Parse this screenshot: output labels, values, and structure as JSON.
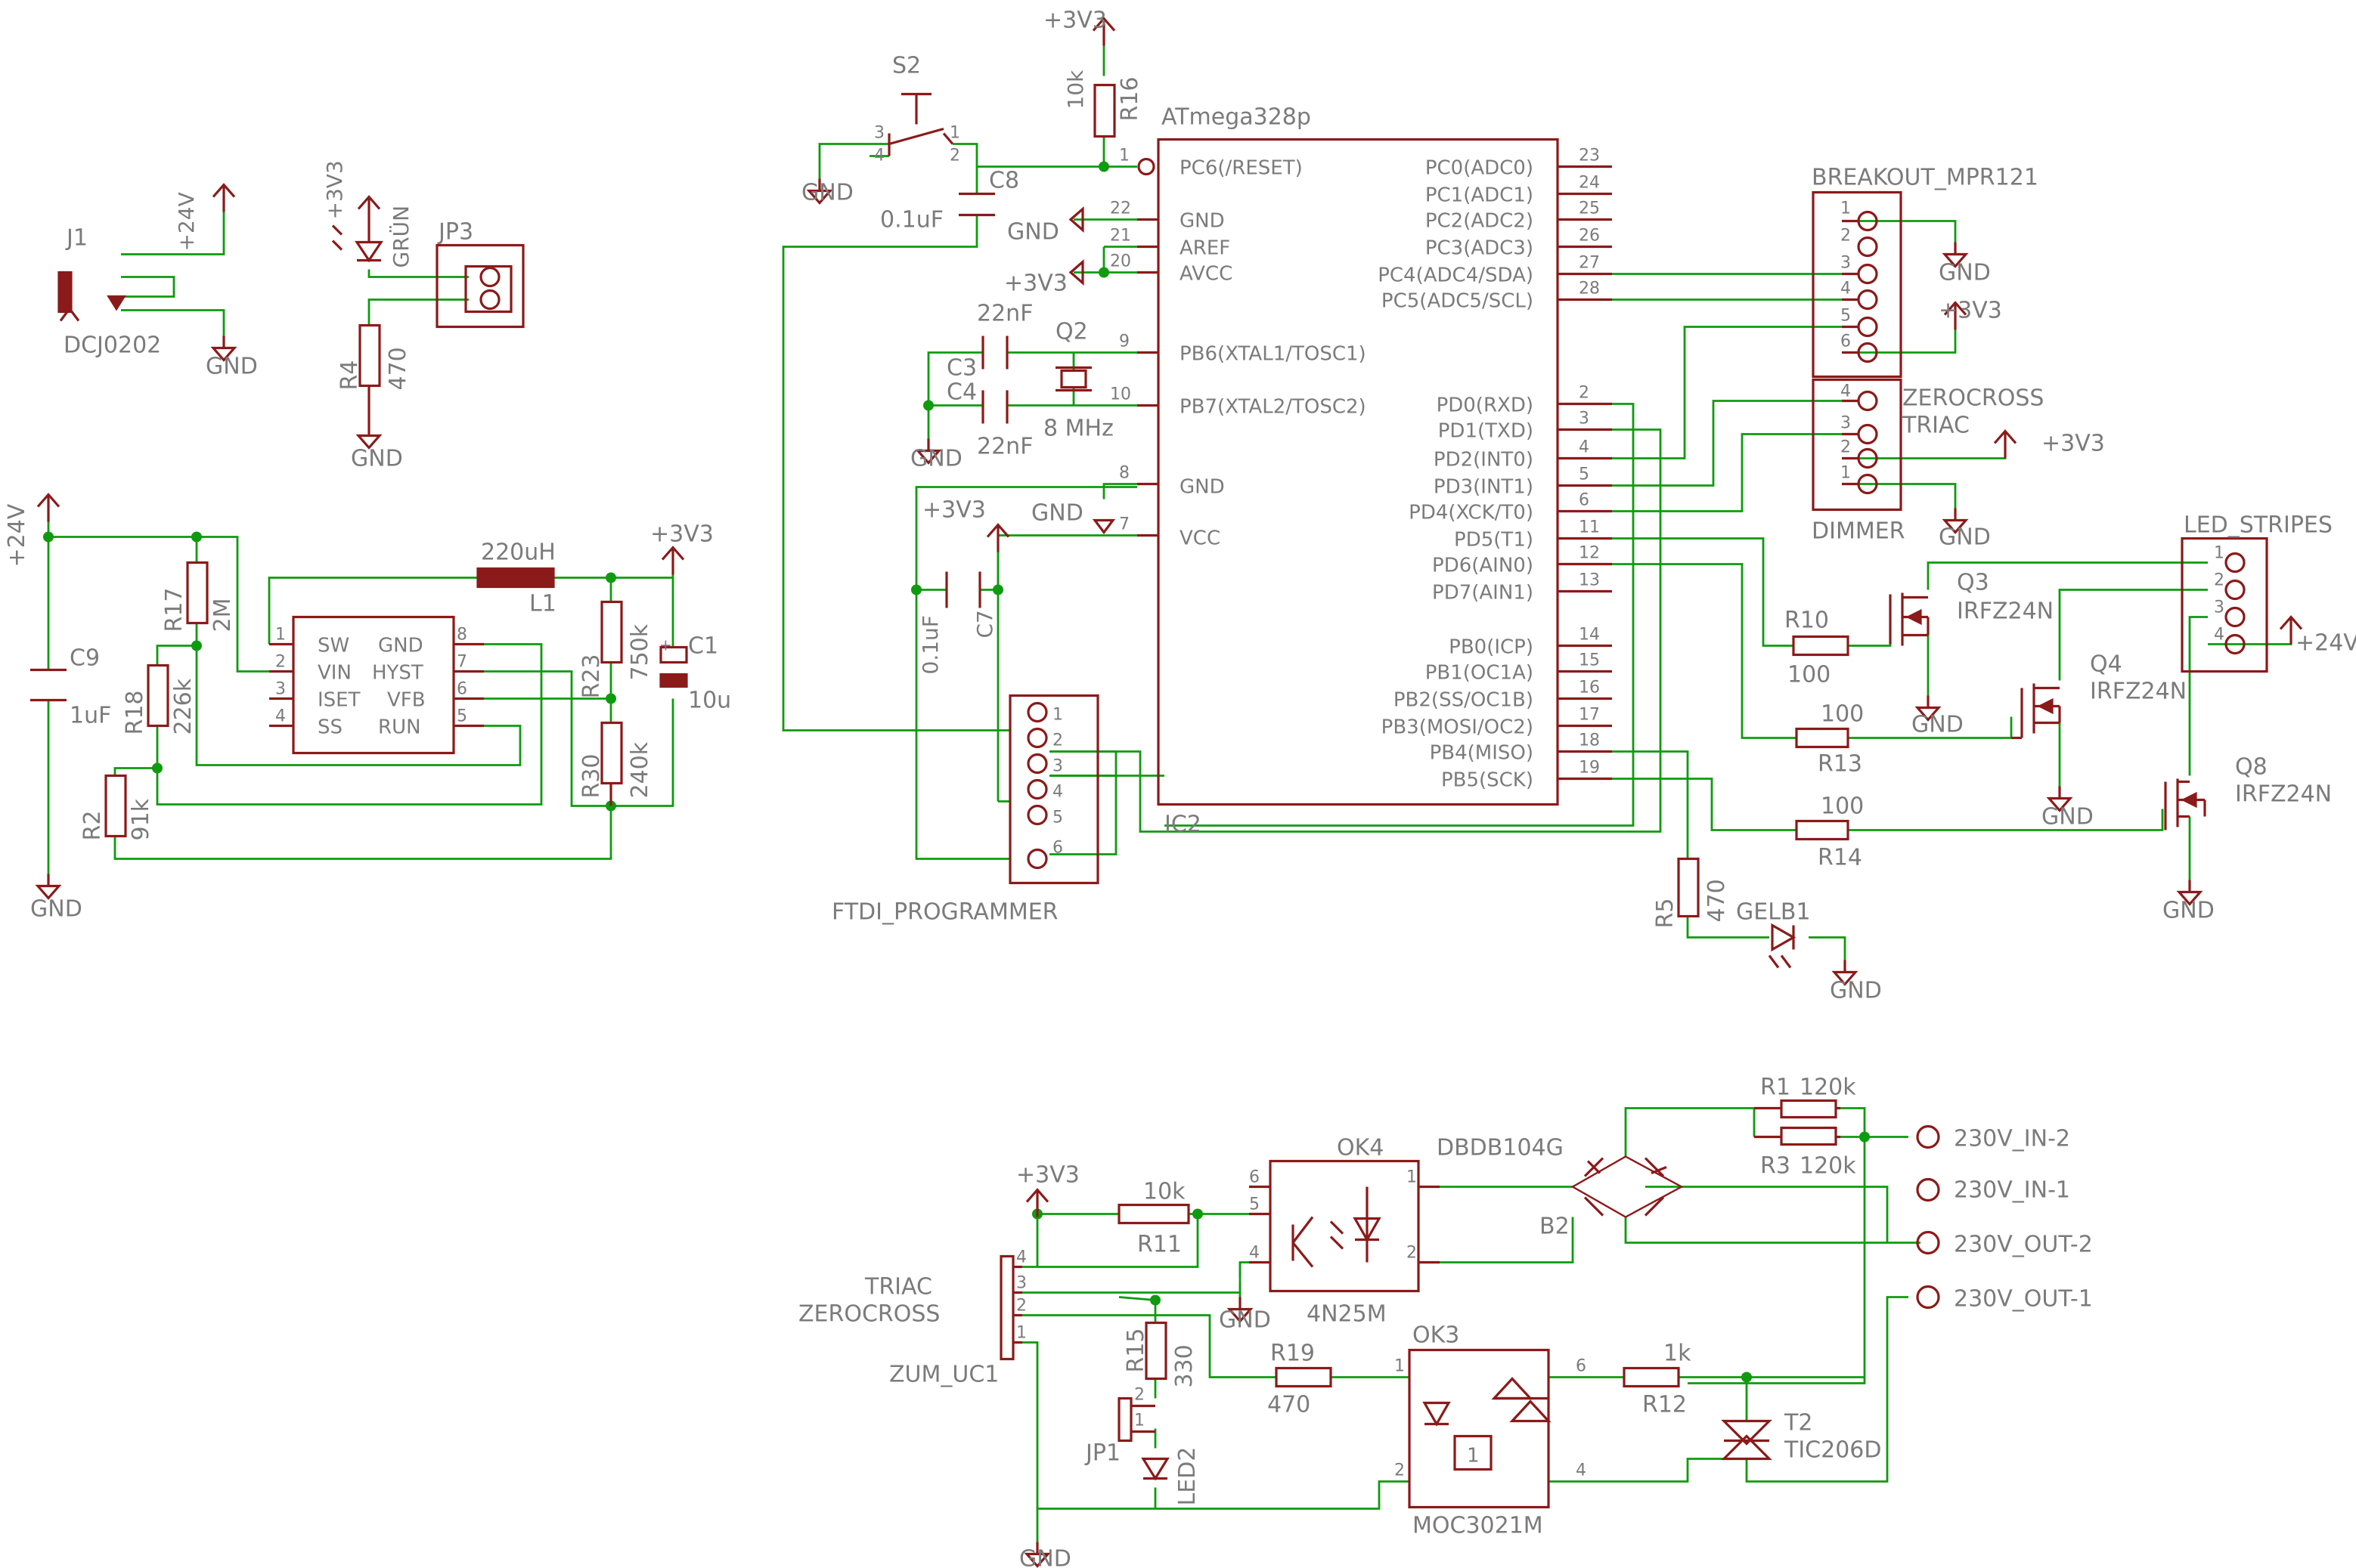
{
  "colors": {
    "wire": "#0f9b0f",
    "part": "#8b1a1a",
    "text": "#7b7b7b",
    "background": "#ffffff"
  },
  "labels": {
    "p24v": "+24V",
    "p3v3": "+3V3",
    "gnd": "GND",
    "j1": "J1",
    "dcj": "DCJ0202",
    "gruen": "GRÜN",
    "r4": "R4",
    "r4v": "470",
    "jp3": "JP3",
    "c9": "C9",
    "c9v": "1uF",
    "r17": "R17",
    "r17v": "2M",
    "r18": "R18",
    "r18v": "226k",
    "r2": "R2",
    "r2v": "91k",
    "l1v": "220uH",
    "l1": "L1",
    "r23": "R23",
    "r23v": "750k",
    "r30": "R30",
    "r30v": "240k",
    "c1": "C1",
    "c1v": "10u",
    "reg_pins": [
      "SW",
      "VIN",
      "ISET",
      "SS",
      "GND",
      "HYST",
      "VFB",
      "RUN"
    ],
    "s2": "S2",
    "r16": "R16",
    "r16v": "10k",
    "c8": "C8",
    "c8v": "0.1uF",
    "mcu": "ATmega328p",
    "ic2": "IC2",
    "mcu_left": [
      "PC6(/RESET)",
      "GND",
      "AREF",
      "AVCC",
      "PB6(XTAL1/TOSC1)",
      "PB7(XTAL2/TOSC2)",
      "GND",
      "VCC"
    ],
    "mcu_right": [
      "PC0(ADC0)",
      "PC1(ADC1)",
      "PC2(ADC2)",
      "PC3(ADC3)",
      "PC4(ADC4/SDA)",
      "PC5(ADC5/SCL)",
      "PD0(RXD)",
      "PD1(TXD)",
      "PD2(INT0)",
      "PD3(INT1)",
      "PD4(XCK/T0)",
      "PD5(T1)",
      "PD6(AIN0)",
      "PD7(AIN1)",
      "PB0(ICP)",
      "PB1(OC1A)",
      "PB2(SS/OC1B)",
      "PB3(MOSI/OC2)",
      "PB4(MISO)",
      "PB5(SCK)"
    ],
    "mcu_right_nums": [
      "23",
      "24",
      "25",
      "26",
      "27",
      "28",
      "2",
      "3",
      "4",
      "5",
      "6",
      "11",
      "12",
      "13",
      "14",
      "15",
      "16",
      "17",
      "18",
      "19"
    ],
    "c3": "C3",
    "c4": "C4",
    "c3v": "22nF",
    "c4v": "22nF",
    "q2": "Q2",
    "q2v": "8 MHz",
    "c7": "C7",
    "c7v": "0.1uF",
    "ftdi": "FTDI_PROGRAMMER",
    "mpr": "BREAKOUT_MPR121",
    "zc1": "ZEROCROSS",
    "zc2": "TRIAC",
    "dimmer": "DIMMER",
    "led_stripes": "LED_STRIPES",
    "r10": "R10",
    "r13": "R13",
    "r14": "R14",
    "rv100": "100",
    "q3": "Q3",
    "q4": "Q4",
    "q8": "Q8",
    "irf": "IRFZ24N",
    "r5": "R5",
    "r5v": "470",
    "gelb": "GELB1",
    "r1": "R1",
    "r1v": "120k",
    "r3": "R3",
    "r3v": "120k",
    "dbdb": "DBDB104G",
    "b2": "B2",
    "ok4": "OK4",
    "ok4v": "4N25M",
    "in2": "230V_IN-2",
    "in1": "230V_IN-1",
    "out2": "230V_OUT-2",
    "out1": "230V_OUT-1",
    "r11": "R11",
    "r11v": "10k",
    "con1": "TRIAC",
    "con2": "ZEROCROSS",
    "con3": "ZUM_UC1",
    "r15": "R15",
    "r15v": "330",
    "jp1": "JP1",
    "led2": "LED2",
    "r19": "R19",
    "r19v": "470",
    "ok3": "OK3",
    "ok3v": "MOC3021M",
    "r12": "R12",
    "r12v": "1k",
    "t2": "T2",
    "t2v": "TIC206D",
    "box1": "1"
  }
}
